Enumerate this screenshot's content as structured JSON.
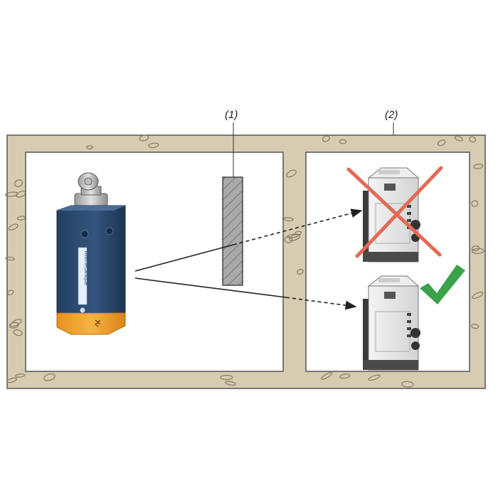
{
  "callouts": {
    "obstacle": "(1)",
    "receivers": "(2)"
  },
  "switch_label": "Telemecanique",
  "colors": {
    "wall": "#d7ccb1",
    "wall_stroke": "#555555",
    "stone": "#8a7f6c",
    "switch_body": "#2e4e76",
    "switch_cap": "#f2a530",
    "obstacle_fill": "#a9a9a9",
    "cross": "#e36a55",
    "check": "#3aa34a",
    "receiver_body": "#e9e9e9"
  },
  "icons": {
    "blocked": "cross-icon",
    "ok": "checkmark-icon"
  }
}
